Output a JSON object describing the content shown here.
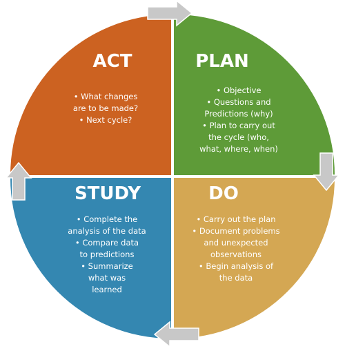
{
  "colors": {
    "act": "#cc6221",
    "plan": "#5e9b38",
    "study": "#3487b1",
    "do": "#d4a753",
    "arrow": "#c8c8c8",
    "text": "#ffffff"
  },
  "quadrants": {
    "act": {
      "title": "ACT",
      "lines": [
        "• What changes",
        "are to be made?",
        "• Next cycle?"
      ]
    },
    "plan": {
      "title": "PLAN",
      "lines": [
        "• Objective",
        "• Questions and",
        "Predictions (why)",
        "• Plan to carry out",
        "the cycle (who,",
        "what, where, when)"
      ]
    },
    "study": {
      "title": "STUDY",
      "lines": [
        "• Complete the",
        "analysis of the data",
        "• Compare data",
        "to predictions",
        "• Summarize",
        "what was",
        "learned"
      ]
    },
    "do": {
      "title": "DO",
      "lines": [
        "• Carry out the plan",
        "• Document problems",
        "and unexpected",
        "observations",
        "• Begin analysis of",
        "the data"
      ]
    }
  }
}
